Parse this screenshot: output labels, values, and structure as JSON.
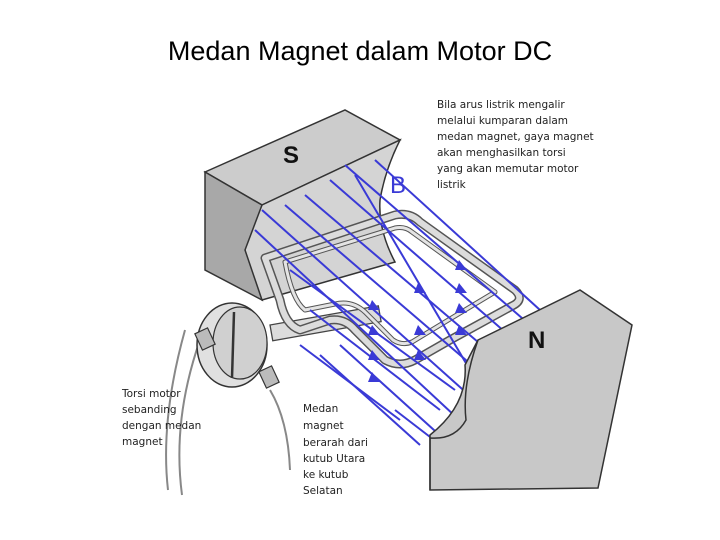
{
  "slide": {
    "title": "Medan Magnet dalam Motor DC"
  },
  "labels": {
    "south_pole": "S",
    "north_pole": "N",
    "field_symbol": "B"
  },
  "annotations": {
    "top_right": [
      "Bila arus listrik mengalir",
      "melalui kumparan dalam",
      "medan magnet, gaya magnet",
      "akan menghasilkan torsi",
      "yang akan memutar  motor",
      "listrik"
    ],
    "bottom_left": [
      "Torsi motor",
      "sebanding",
      "dengan medan",
      "magnet"
    ],
    "bottom_middle": [
      "Medan",
      "magnet",
      "berarah dari",
      "kutub Utara",
      "ke kutub",
      "Selatan"
    ]
  },
  "colors": {
    "magnet_face": "#c9c9c9",
    "magnet_side": "#a9a9a9",
    "field_lines": "#3a3ad6",
    "coil": "#d8d8d8",
    "outline": "#333333"
  }
}
